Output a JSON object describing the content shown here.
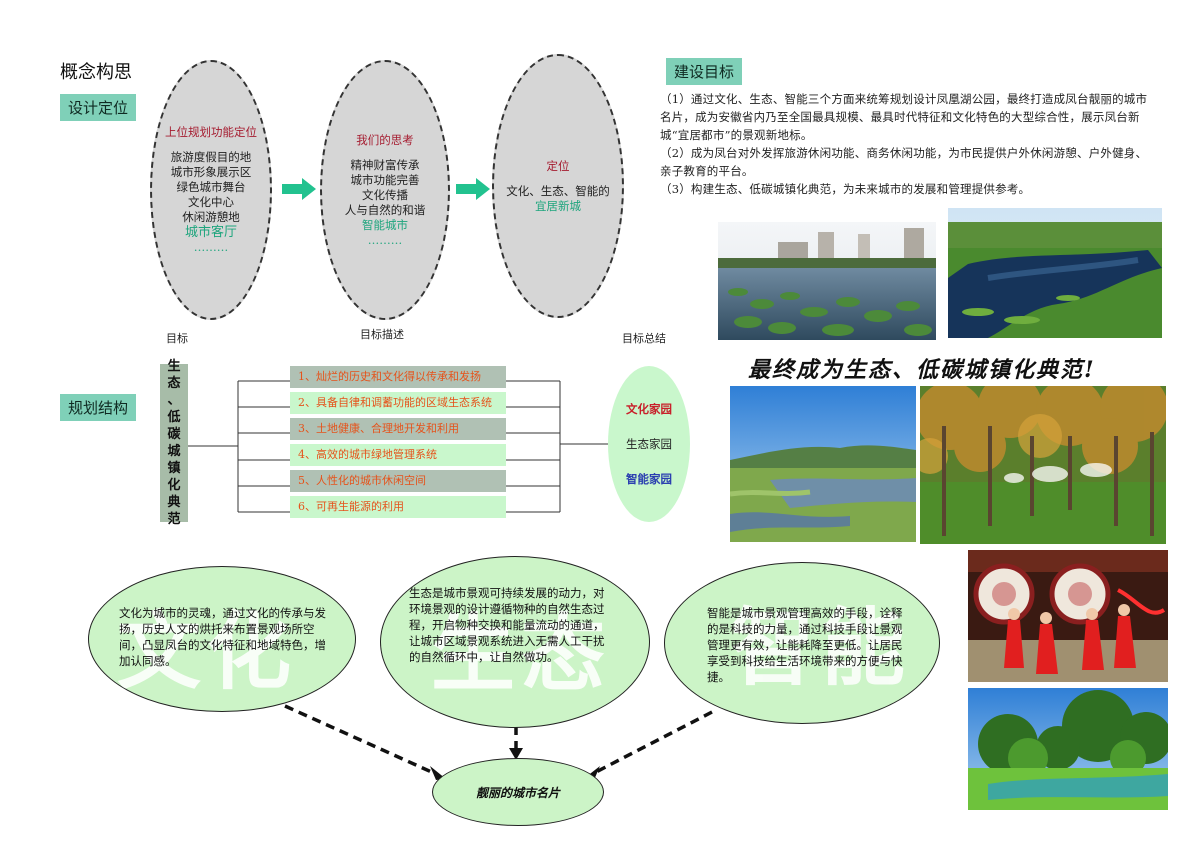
{
  "title": "概念构思",
  "tags": {
    "design_position": "设计定位",
    "planning_structure": "规划结构",
    "construction_goal": "建设目标"
  },
  "ovals": [
    {
      "title": "上位规划功能定位",
      "lines": [
        "旅游度假目的地",
        "城市形象展示区",
        "绿色城市舞台",
        "文化中心",
        "休闲游憩地"
      ],
      "green": "城市客厅",
      "dots": "………"
    },
    {
      "title": "我们的思考",
      "lines": [
        "精神财富传承",
        "城市功能完善",
        "文化传播",
        "人与自然的和谐"
      ],
      "green": "智能城市",
      "dots": "………"
    },
    {
      "title": "定位",
      "lines": [
        "文化、生态、智能的"
      ],
      "green": "宜居新城",
      "dots": ""
    }
  ],
  "labels": {
    "goal": "目标",
    "goal_desc": "目标描述",
    "goal_summary": "目标总结"
  },
  "vertical_title": [
    "生",
    "态",
    "、",
    "低",
    "碳",
    "城",
    "镇",
    "化",
    "典",
    "范"
  ],
  "bars": [
    "1、灿烂的历史和文化得以传承和发扬",
    "2、具备自律和调蓄功能的区域生态系统",
    "3、土地健康、合理地开发和利用",
    "4、高效的城市绿地管理系统",
    "5、人性化的城市休闲空间",
    "6、可再生能源的利用"
  ],
  "summary": {
    "culture": "文化家园",
    "ecology": "生态家园",
    "smart": "智能家园",
    "colors": {
      "culture": "#c8202a",
      "ecology": "#222222",
      "smart": "#2b3fb0"
    }
  },
  "goals_text": [
    "（1）通过文化、生态、智能三个方面来统筹规划设计凤凰湖公园，最终打造成凤台靓丽的城市名片，成为安徽省内乃至全国最具规模、最具时代特征和文化特色的大型综合性，展示凤台新城“宜居都市”的景观新地标。",
    "（2）成为凤台对外发挥旅游休闲功能、商务休闲功能，为市民提供户外休闲游憩、户外健身、亲子教育的平台。",
    "（3）构建生态、低碳城镇化典范，为未来城市的发展和管理提供参考。"
  ],
  "slogan": "最终成为生态、低碳城镇化典范!",
  "big_ovals": [
    {
      "watermark": "文化",
      "text": "文化为城市的灵魂，通过文化的传承与发扬，历史人文的烘托来布置景观场所空间，凸显凤台的文化特征和地域特色，增加认同感。"
    },
    {
      "watermark": "生态",
      "text": "生态是城市景观可持续发展的动力，对环境景观的设计遵循物种的自然生态过程，开启物种交换和能量流动的通道，让城市区域景观系统进入无需人工干扰的自然循环中，让自然做功。"
    },
    {
      "watermark": "智能",
      "text": "智能是城市景观管理高效的手段，诠释的是科技的力量，通过科技手段让景观管理更有效，让能耗降至更低。让居民享受到科技给生活环境带来的方便与快捷。"
    }
  ],
  "final_label": "靓丽的城市名片",
  "colors": {
    "tag_bg": "#7fd0b8",
    "oval_fill": "#d6d6d6",
    "light_green": "#c9f7cc",
    "accent_red": "#a51c30",
    "accent_green": "#1ea57d"
  }
}
